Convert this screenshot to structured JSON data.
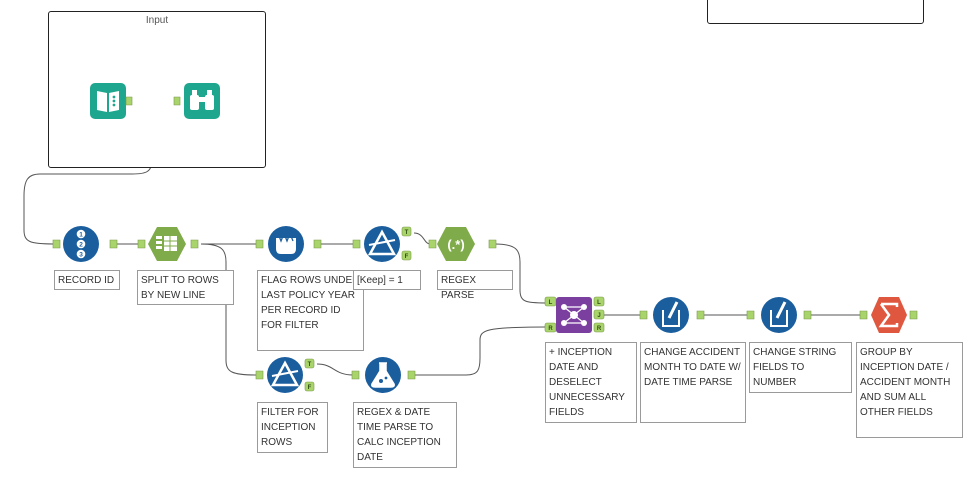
{
  "container": {
    "title": "Input"
  },
  "annotations": {
    "record_id": "RECORD ID",
    "split_rows": "SPLIT TO ROWS BY NEW LINE",
    "flag_rows": "FLAG ROWS UNDER LAST POLICY YEAR PER RECORD ID FOR FILTER",
    "filter_keep": "[Keep] = 1",
    "regex_parse": "REGEX PARSE",
    "filter_inception": "FILTER FOR INCEPTION ROWS",
    "regex_date": "REGEX & DATE TIME PARSE TO CALC INCEPTION DATE",
    "join": "+ INCEPTION DATE AND DESELECT UNNECESSARY FIELDS",
    "change_month": "CHANGE ACCIDENT MONTH TO DATE W/ DATE TIME PARSE",
    "change_string": "CHANGE STRING FIELDS TO NUMBER",
    "group_by": "GROUP BY INCEPTION DATE / ACCIDENT MONTH AND SUM ALL OTHER FIELDS"
  },
  "ports": {
    "true": "T",
    "false": "F",
    "left": "L",
    "join": "J",
    "right": "R"
  },
  "icons": {
    "input": "book-icon",
    "browse": "binoculars-icon",
    "record_id": "record-id-icon",
    "text_to_columns": "text-to-columns-icon",
    "multi_row": "multi-row-formula-icon",
    "filter": "filter-icon",
    "regex": "regex-icon",
    "formula": "formula-flask-icon",
    "join": "join-icon",
    "datetime": "datetime-icon",
    "select": "select-icon",
    "summarize": "summarize-icon"
  },
  "colors": {
    "teal": "#1fa68e",
    "blue": "#1b5e9e",
    "green": "#7fab4a",
    "purple": "#7b3fa0",
    "orange": "#e0573f",
    "anchor": "#a9d46b"
  }
}
